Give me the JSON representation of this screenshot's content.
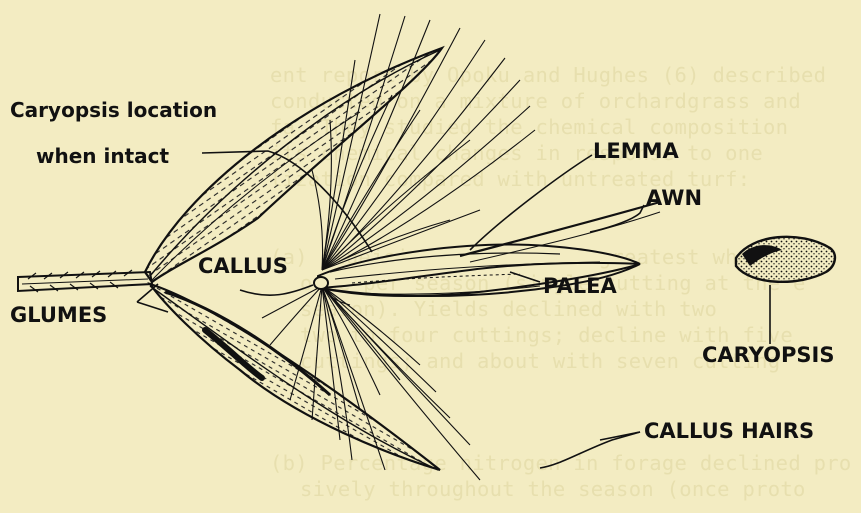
{
  "labels": {
    "caryopsis_location_line1": "Caryopsis location",
    "caryopsis_location_line2": "when intact",
    "lemma": "LEMMA",
    "awn": "AWN",
    "callus": "CALLUS",
    "palea": "PALEA",
    "glumes": "GLUMES",
    "caryopsis": "CARYOPSIS",
    "callus_hairs": "CALLUS HAIRS"
  },
  "background_text": [
    "ent report by Opoku and Hughes (6) described",
    "conducted on a mixture of orchardgrass and",
    "fa. They studied the chemical composition",
    "its chemical changes in response to one",
    "lization compared with untreated turf:",
    "(a) Bluejoint yields were greatest when",
    "once per season (single cutting at the e",
    "season). Yields declined with two",
    "two to four cuttings; decline with five",
    "cuttings; and about with seven cutting",
    "(b) Percentage nitrogen in forage declined pro",
    "sively throughout the season (once proto"
  ],
  "colors": {
    "paper": "#f3ecc2",
    "ink": "#111111",
    "faint_text": "#e7dfae"
  }
}
